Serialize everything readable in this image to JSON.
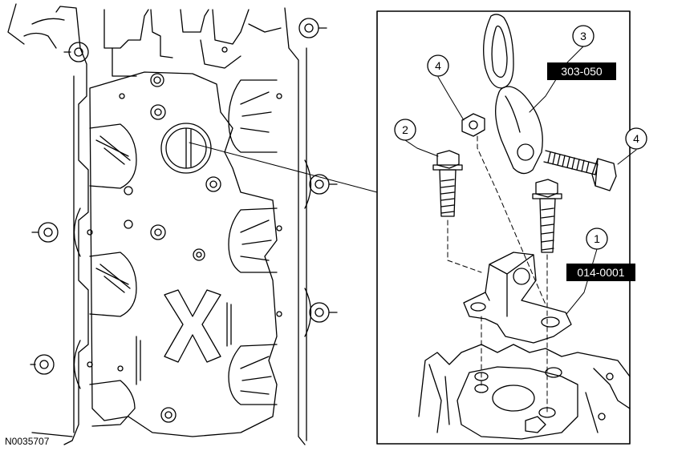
{
  "figure_id": "N0035707",
  "callouts": [
    {
      "number": "1",
      "part_code": "014-0001"
    },
    {
      "number": "2",
      "part_code": ""
    },
    {
      "number": "3",
      "part_code": "303-050"
    },
    {
      "number": "4a",
      "display": "4"
    },
    {
      "number": "4b",
      "display": "4"
    }
  ],
  "labels": {
    "c1": "1",
    "c2": "2",
    "c3": "3",
    "c4a": "4",
    "c4b": "4",
    "code1": "014-0001",
    "code3": "303-050"
  },
  "colors": {
    "line": "#000000",
    "label_bg": "#000000",
    "label_fg": "#ffffff",
    "background": "#ffffff"
  }
}
